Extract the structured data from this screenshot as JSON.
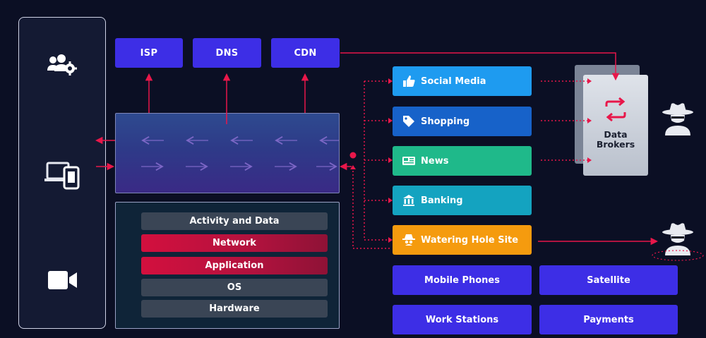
{
  "network_boxes": [
    {
      "id": "isp",
      "label": "ISP"
    },
    {
      "id": "dns",
      "label": "DNS"
    },
    {
      "id": "cdn",
      "label": "CDN"
    }
  ],
  "layers": [
    {
      "label": "Activity and Data",
      "style": "plain"
    },
    {
      "label": "Network",
      "style": "hot"
    },
    {
      "label": "Application",
      "style": "hot"
    },
    {
      "label": "OS",
      "style": "plain"
    },
    {
      "label": "Hardware",
      "style": "plain"
    }
  ],
  "sites": [
    {
      "label": "Social Media",
      "color": "#1e9bf0",
      "icon": "thumbs-up-icon"
    },
    {
      "label": "Shopping",
      "color": "#1762c9",
      "icon": "tag-icon"
    },
    {
      "label": "News",
      "color": "#1fb98a",
      "icon": "newspaper-icon"
    },
    {
      "label": "Banking",
      "color": "#14a3c0",
      "icon": "bank-icon"
    },
    {
      "label": "Watering Hole Site",
      "color": "#f59b0e",
      "icon": "spy-icon"
    }
  ],
  "bottom_boxes": [
    {
      "label": "Mobile Phones"
    },
    {
      "label": "Satellite"
    },
    {
      "label": "Work Stations"
    },
    {
      "label": "Payments"
    }
  ],
  "data_brokers": {
    "label_line1": "Data",
    "label_line2": "Brokers",
    "icon": "exchange-arrows-icon"
  },
  "devices": [
    {
      "icon": "users-gear-icon"
    },
    {
      "icon": "laptop-phone-icon"
    },
    {
      "icon": "video-camera-icon"
    }
  ],
  "actors": [
    {
      "icon": "hacker-hat-icon"
    },
    {
      "icon": "hacker-hat-icon"
    }
  ],
  "colors": {
    "accent": "#e8174a",
    "purple": "#3d2ee6",
    "background": "#0b0f24"
  }
}
